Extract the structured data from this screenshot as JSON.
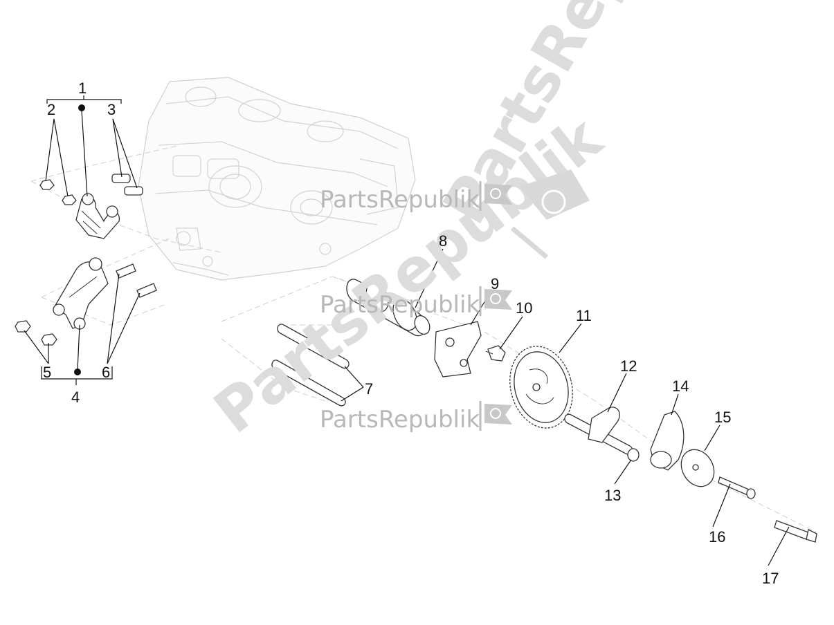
{
  "watermark": {
    "text_1": "PartsRepublik",
    "text_2": "PartsRepublik",
    "text_3": "PartsRepublik",
    "diagonal_1": "PartsRepublik",
    "diagonal_2": "PartsRepublik"
  },
  "callouts": {
    "c1": "1",
    "c2": "2",
    "c3": "3",
    "c4": "4",
    "c5": "5",
    "c6": "6",
    "c7": "7",
    "c8": "8",
    "c9": "9",
    "c10": "10",
    "c11": "11",
    "c12": "12",
    "c13": "13",
    "c14": "14",
    "c15": "15",
    "c16": "16",
    "c17": "17"
  },
  "icons": {
    "watermark_logo": "gear-flag-icon",
    "kit_marker": "bullet-dot-icon"
  }
}
